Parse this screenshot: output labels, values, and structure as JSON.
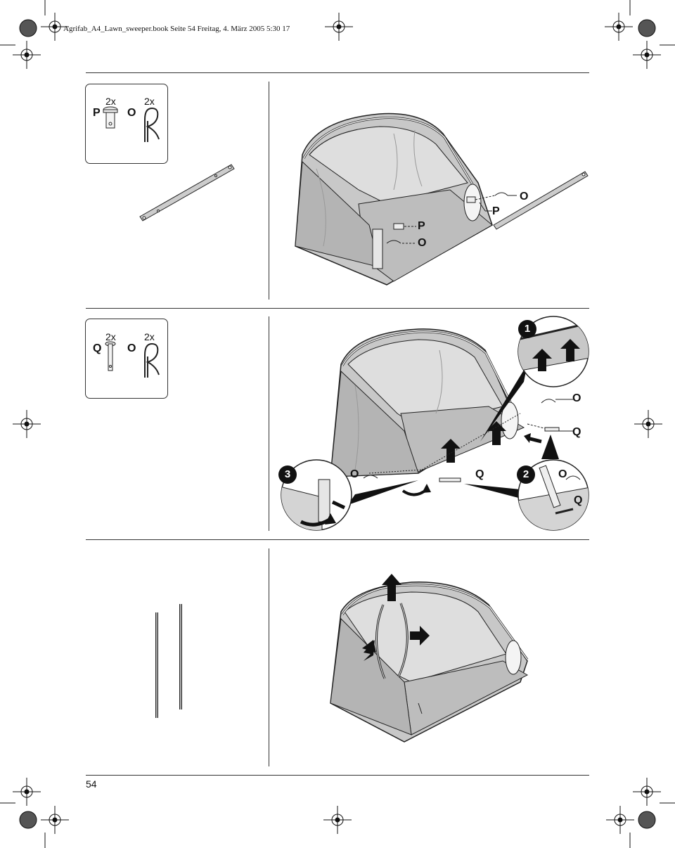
{
  "header": {
    "file_info": "Agrifab_A4_Lawn_sweeper.book  Seite 54  Freitag, 4. März 2005  5:30 17"
  },
  "page_number": "54",
  "section1": {
    "parts": [
      {
        "letter": "P",
        "qty": "2x"
      },
      {
        "letter": "O",
        "qty": "2x"
      }
    ],
    "callouts": {
      "o_top": "O",
      "p_top": "P",
      "p_mid": "P",
      "o_mid": "O"
    }
  },
  "section2": {
    "parts": [
      {
        "letter": "Q",
        "qty": "2x"
      },
      {
        "letter": "O",
        "qty": "2x"
      }
    ],
    "steps": {
      "s1": "1",
      "s2": "2",
      "s3": "3"
    },
    "callouts": {
      "o_right": "O",
      "q_right": "Q",
      "o_left": "O",
      "q_center": "Q",
      "o_detail2": "O",
      "q_detail2": "Q"
    }
  },
  "colors": {
    "fabric": "#c8c8c8",
    "fabric_dark": "#a9a9a9",
    "line": "#222222"
  }
}
